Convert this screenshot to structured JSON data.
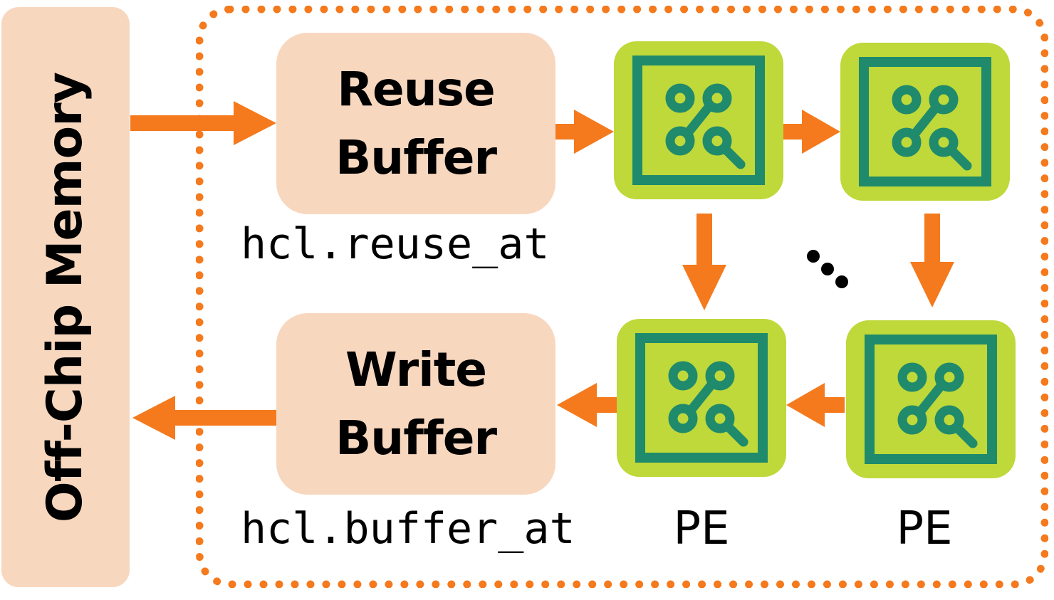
{
  "memory": {
    "label": "Off-Chip Memory"
  },
  "reuse_buffer": {
    "line1": "Reuse",
    "line2": "Buffer",
    "code": "hcl.reuse_at"
  },
  "write_buffer": {
    "line1": "Write",
    "line2": "Buffer",
    "code": "hcl.buffer_at"
  },
  "pe_labels": [
    "PE",
    "PE"
  ],
  "colors": {
    "arrow": "#f47a1d",
    "buffer_fill": "#f8d7bf",
    "pe_outer": "#bfd83a",
    "pe_inner": "#1f8a6c"
  },
  "icons": {
    "pe": "circuit-board-icon"
  }
}
